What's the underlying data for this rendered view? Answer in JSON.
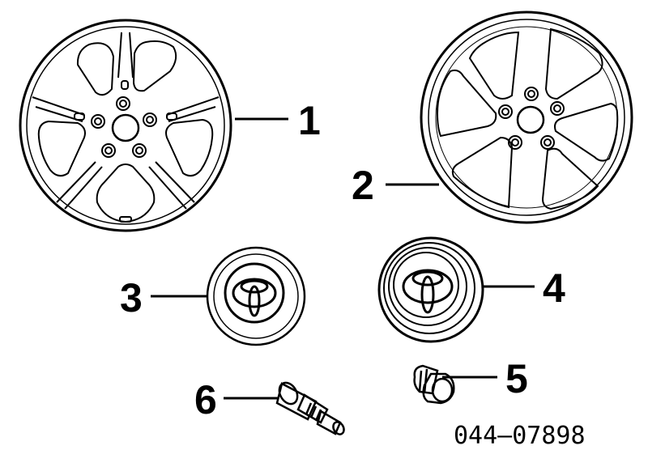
{
  "callouts": [
    {
      "id": "1",
      "part": "alloy-wheel-split-spoke"
    },
    {
      "id": "2",
      "part": "alloy-wheel-five-spoke"
    },
    {
      "id": "3",
      "part": "center-cap-small"
    },
    {
      "id": "4",
      "part": "center-cap-large"
    },
    {
      "id": "5",
      "part": "lug-nut"
    },
    {
      "id": "6",
      "part": "valve-stem"
    }
  ],
  "diagram_code": "044–07898",
  "colors": {
    "ink": "#000000",
    "paper": "#ffffff"
  }
}
